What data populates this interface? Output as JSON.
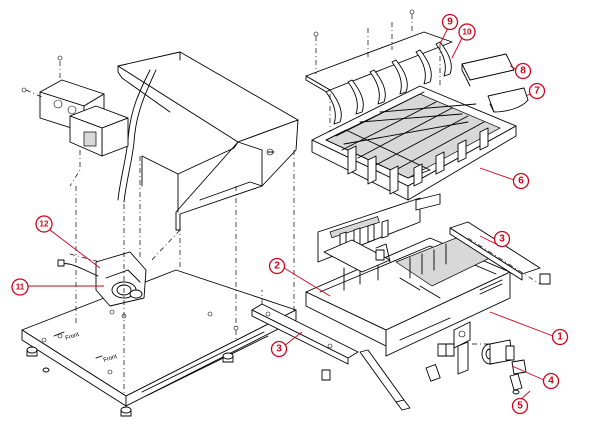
{
  "colors": {
    "line": "#000000",
    "callout_red": "#d0021b",
    "background": "#ffffff"
  },
  "callouts": [
    {
      "id": "c1",
      "label": "1",
      "color": "#d0021b"
    },
    {
      "id": "c2",
      "label": "2",
      "color": "#d0021b"
    },
    {
      "id": "c3a",
      "label": "3",
      "color": "#d0021b"
    },
    {
      "id": "c3b",
      "label": "3",
      "color": "#d0021b"
    },
    {
      "id": "c4",
      "label": "4",
      "color": "#d0021b"
    },
    {
      "id": "c5",
      "label": "5",
      "color": "#d0021b"
    },
    {
      "id": "c6",
      "label": "6",
      "color": "#d0021b"
    },
    {
      "id": "c7",
      "label": "7",
      "color": "#d0021b"
    },
    {
      "id": "c8",
      "label": "8",
      "color": "#d0021b"
    },
    {
      "id": "c9",
      "label": "9",
      "color": "#d0021b"
    },
    {
      "id": "c10",
      "label": "10",
      "color": "#d0021b"
    },
    {
      "id": "c11",
      "label": "11",
      "color": "#d0021b"
    },
    {
      "id": "c12",
      "label": "12",
      "color": "#d0021b"
    }
  ],
  "base_labels": {
    "front_1": "Front",
    "front_2": "Front"
  }
}
